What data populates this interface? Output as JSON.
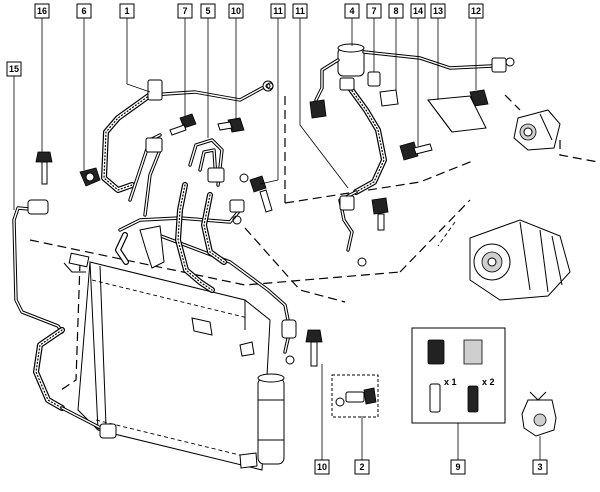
{
  "callouts": {
    "c16": "16",
    "c6": "6",
    "c1": "1",
    "c7a": "7",
    "c5": "5",
    "c10a": "10",
    "c11a": "11",
    "c11b": "11",
    "c4": "4",
    "c7b": "7",
    "c8": "8",
    "c13": "13",
    "c12": "12",
    "c14": "14",
    "c15": "15",
    "c10b": "10",
    "c2": "2",
    "c9": "9",
    "c3": "3"
  },
  "kit_quantities": {
    "valve_qty": "x 1",
    "adapter_qty": "x 2"
  }
}
